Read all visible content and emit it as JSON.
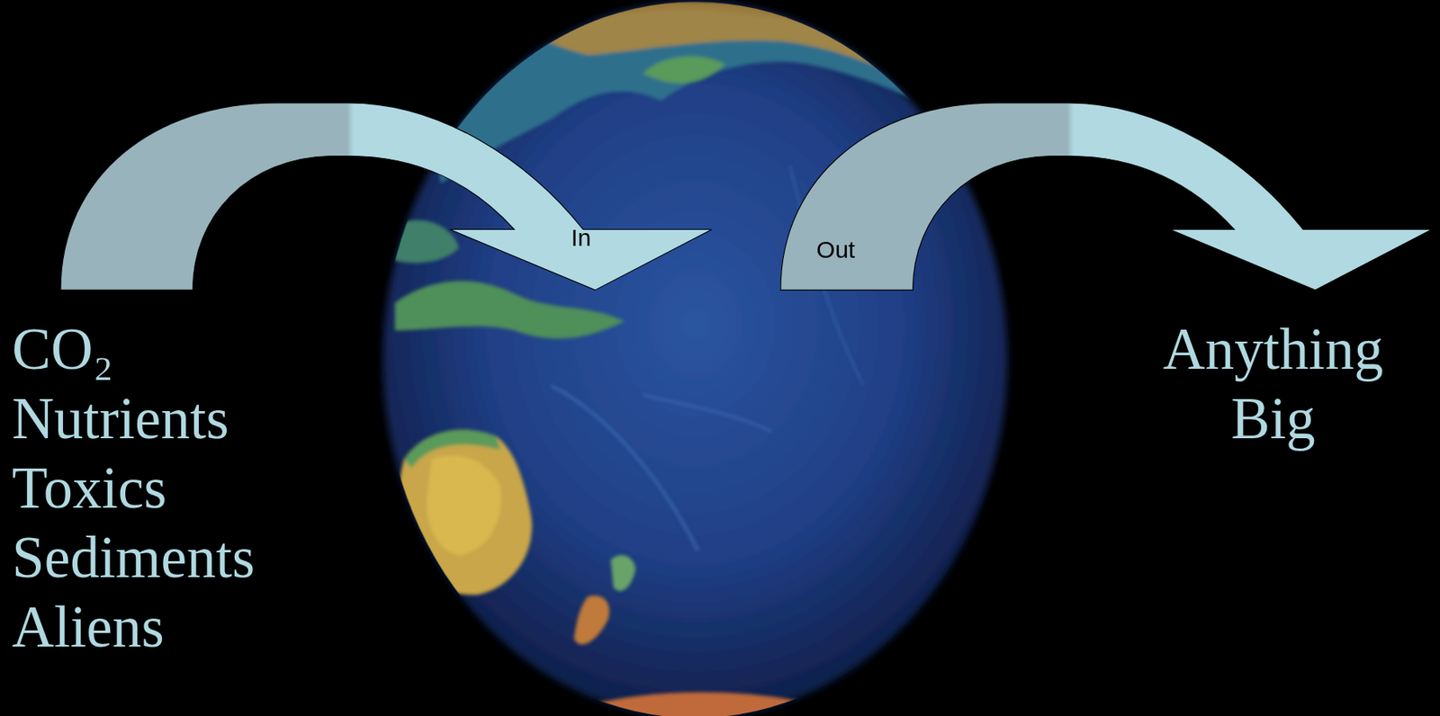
{
  "diagram": {
    "labels": [
      "In",
      "Out",
      "CO₂",
      "Nutrients",
      "Toxics",
      "Sediments",
      "Aliens",
      "Anything Big"
    ]
  }
}
